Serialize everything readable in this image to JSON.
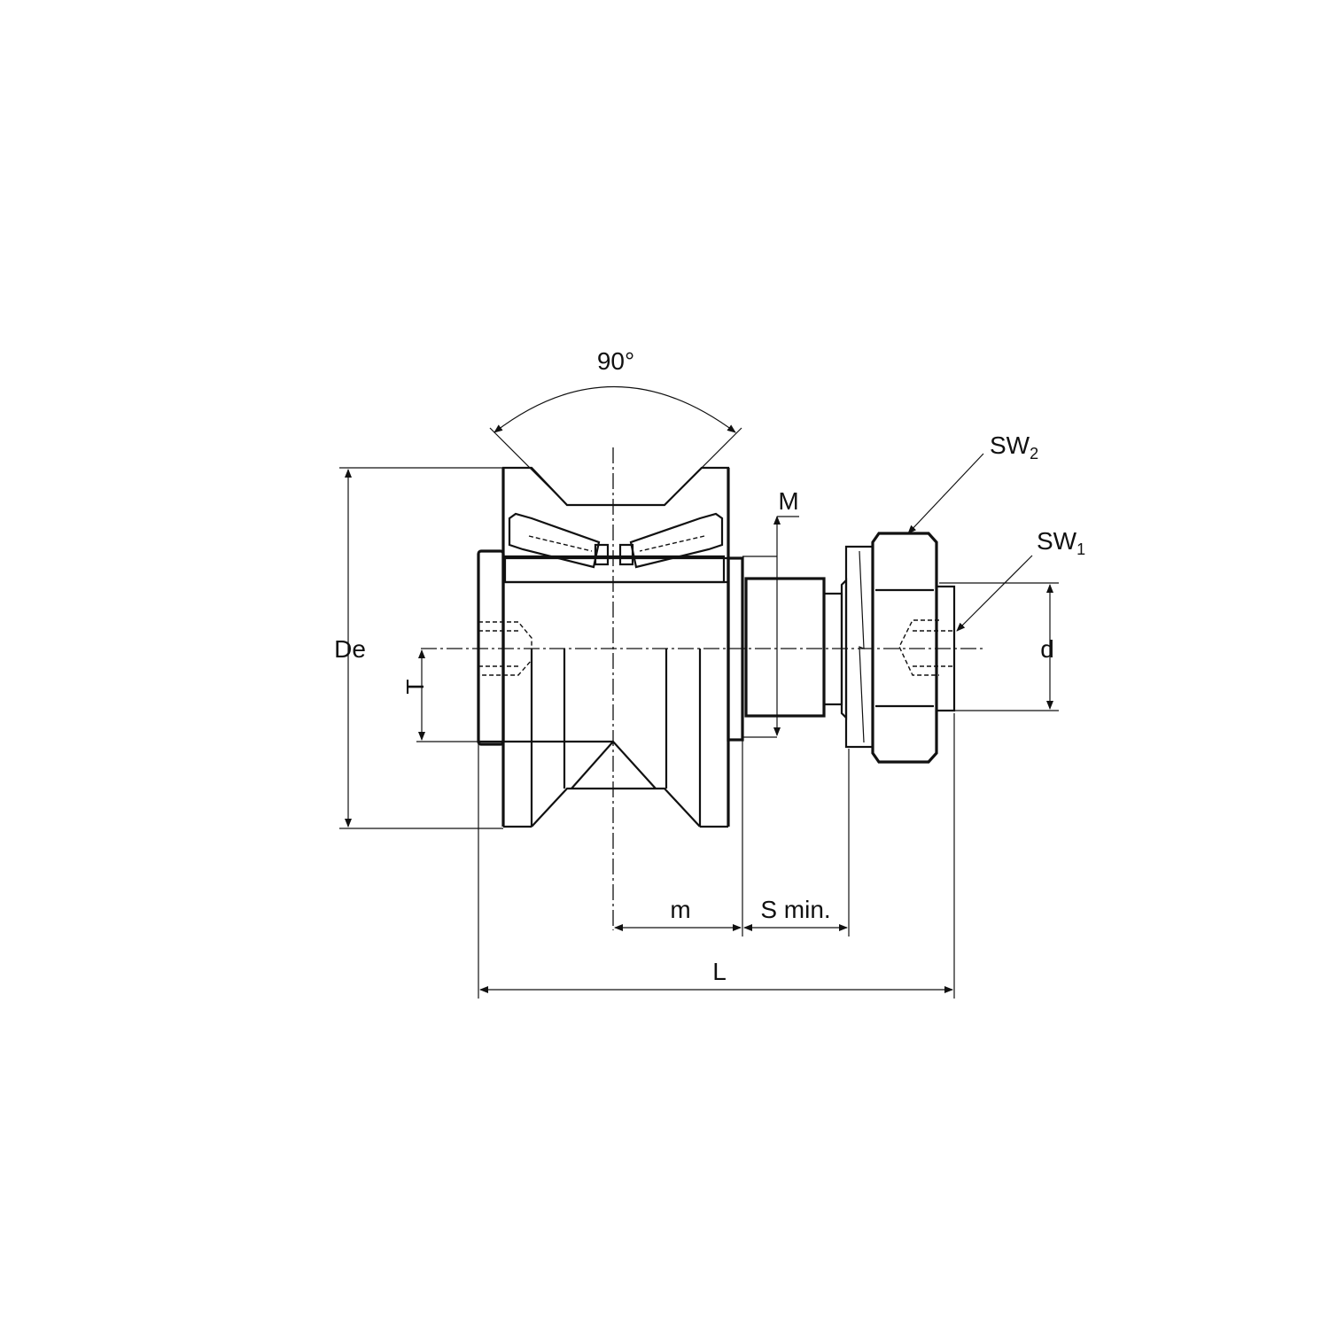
{
  "labels": {
    "angle": "90°",
    "De": "De",
    "T": "T",
    "M": "M",
    "d": "d",
    "m": "m",
    "S_min": "S min.",
    "L": "L",
    "SW2_base": "SW",
    "SW2_sub": "2",
    "SW1_base": "SW",
    "SW1_sub": "1"
  }
}
